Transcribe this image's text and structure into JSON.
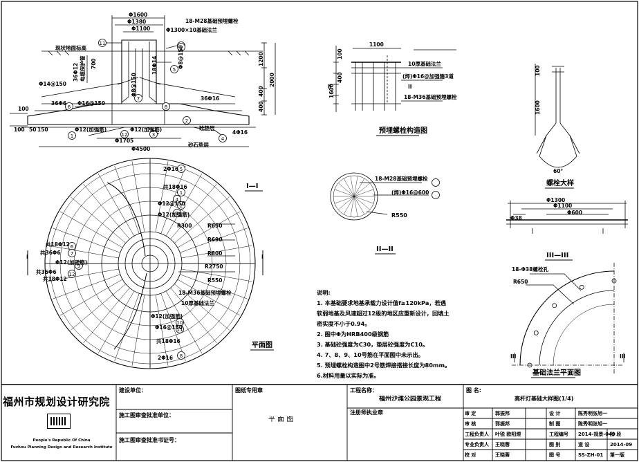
{
  "plan_elevation": {
    "dims": {
      "d1600": "Φ1600",
      "d1380": "Φ1380",
      "d1100": "Φ1100",
      "d4500": "Φ4500",
      "d1705": "Φ1705",
      "v700": "700",
      "v1200": "1200",
      "v400a": "400",
      "v400b": "400",
      "v2000": "2000",
      "h100": "100",
      "h100b": "100",
      "h50": "50",
      "h150": "150"
    },
    "labels": {
      "bolt": "18-M28基础预埋螺栓",
      "hole": "Φ1300×10基础法兰",
      "ground": "现状地面标高",
      "r14150": "Φ14@150",
      "r36d6": "36Φ6",
      "r16150": "Φ16@150",
      "r12add": "Φ12(加强筋)",
      "r12add2": "Φ12(加强筋)",
      "r36d16": "36Φ16",
      "r4d16": "4Φ16",
      "cushion": "砼垫层",
      "sand": "砂石垫层",
      "wire": "电缆保护管",
      "r36d12": "36Φ12",
      "r18d14": "18Φ14",
      "r8150": "Φ8@150",
      "dz": "Φ8@150"
    },
    "callouts": [
      "11",
      "10",
      "9",
      "6",
      "7",
      "8",
      "12",
      "1",
      "2",
      "4",
      "5",
      "3"
    ]
  },
  "plan_view": {
    "title": "平面图",
    "labels": {
      "a": "2Φ16",
      "b": "共18Φ16",
      "c": "Φ12@150",
      "d": "Φ12(加强筋)",
      "e": "共18Φ12",
      "f": "共36Φ6",
      "g": "共36Φ6",
      "h": "共18Φ12",
      "i": "Φ12(加强筋)",
      "j": "Φ16@150",
      "k": "共18Φ16",
      "l": "2Φ16",
      "m": "18-M36基础预埋螺栓",
      "n": "10厚基础法兰",
      "o": "Φ12(加强筋)"
    },
    "radii": [
      "R300",
      "R650",
      "R690",
      "R800",
      "R2750",
      "R550"
    ],
    "callouts": [
      "5",
      "1",
      "2",
      "6",
      "10",
      "11",
      "9",
      "12",
      "7",
      "8",
      "4",
      "3"
    ],
    "section_mark": "I"
  },
  "section_I": {
    "title": "I—I"
  },
  "bolt_structure": {
    "title": "预埋螺栓构造图",
    "d1100": "1100",
    "v100": "100",
    "v400": "400",
    "v1600": "1600",
    "l1": "10厚基础法兰",
    "l2": "(焊)Φ16@加强箍3道",
    "l3": "18-M36基础预埋螺栓",
    "mark": "II"
  },
  "section_II": {
    "title": "II—II",
    "l1": "18-M28基础预埋螺栓",
    "l2": "(焊)Φ16@600",
    "r": "R550"
  },
  "bolt_detail": {
    "title": "螺栓大样",
    "v1600": "1600",
    "v100": "100",
    "ang": "60°"
  },
  "section_III": {
    "title": "III—III",
    "d1300": "Φ1300",
    "d1100": "Φ1100",
    "d38": "Φ38",
    "d600": "Φ600"
  },
  "flange_plan": {
    "title": "基础法兰平面图",
    "l1": "18-Φ38螺栓孔",
    "r": "R650",
    "mark": "III"
  },
  "notes": {
    "head": "说明:",
    "lines": [
      "1. 本基础要求地基承载力设计值f≥120kPa，若遇",
      "软弱地基及风速超过12级的地区应重新设计，回填土",
      "密实度不小于0.94。",
      "2. 图中Φ为HRB400级钢筋",
      "3. 基础砼强度为C30，垫层砼强度为C10。",
      "4. 7、8、9、10号筋在平面图中未示出。",
      "5. 预埋螺栓构造图中2号筋焊接搭接长度为80mm。",
      "6.材料用量以实际为准。"
    ]
  },
  "title_block": {
    "institute_cn": "福州市规划设计研究院",
    "institute_en1": "People's Republic Of China",
    "institute_en2": "Fuzhou Planning Design and Research Institute",
    "client_lbl": "建设单位：",
    "review_unit_lbl": "施工图审查批准单位：",
    "review_cert_lbl": "施工图审查批准书证号：",
    "stamp_lbl": "图纸专用章",
    "plan_text": "平 面 图",
    "project_lbl": "工程名称：",
    "project_name": "福州沙滩公园景观工程",
    "reg_stamp_lbl": "注册师执业章",
    "drawing_lbl": "图    名:",
    "drawing_name": "高杆灯基础大样图(1/4)",
    "rows": [
      [
        "审    定",
        "郭振邦",
        "",
        "设    计",
        "陈秀明张旭一"
      ],
      [
        "审    核",
        "郭振邦",
        "",
        "制    图",
        "陈秀明张旭一"
      ],
      [
        "工程负责人",
        "叶锐  欧阳煜",
        "",
        "工程编号",
        "2014-规景-049",
        "阶    段"
      ],
      [
        "专业负责人",
        "王晓蓉",
        "",
        "图    别",
        "道    设",
        "2014-09"
      ],
      [
        "校    对",
        "王晓蓉",
        "",
        "图    号",
        "SS-ZH-01",
        "第一版"
      ]
    ]
  }
}
